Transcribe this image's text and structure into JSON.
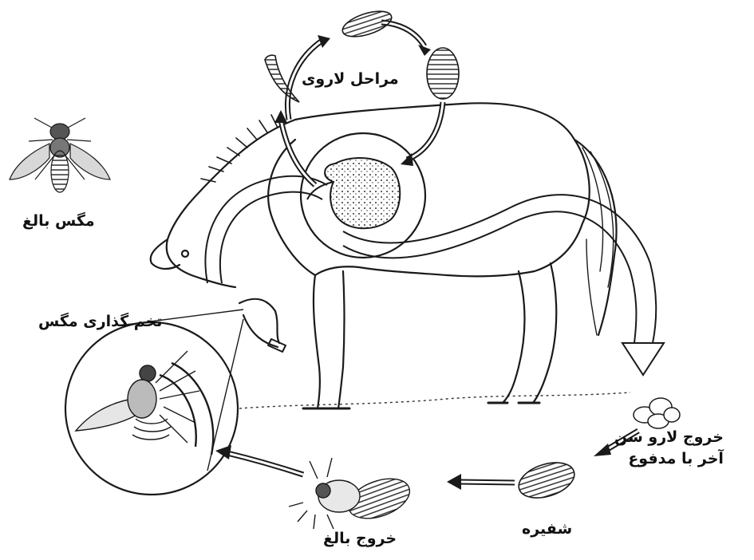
{
  "labels": {
    "larval_stages": "مراحل لاروی",
    "adult_fly": "مگس بالغ",
    "egg_laying": "تخم گذاری مگس",
    "larva_exit_line1": "خروج لارو سن",
    "larva_exit_line2": "آخر با مدفوع",
    "pupa": "شفیره",
    "adult_emergence": "خروج بالغ"
  },
  "colors": {
    "ink": "#1a1a1a",
    "paper": "#ffffff"
  }
}
